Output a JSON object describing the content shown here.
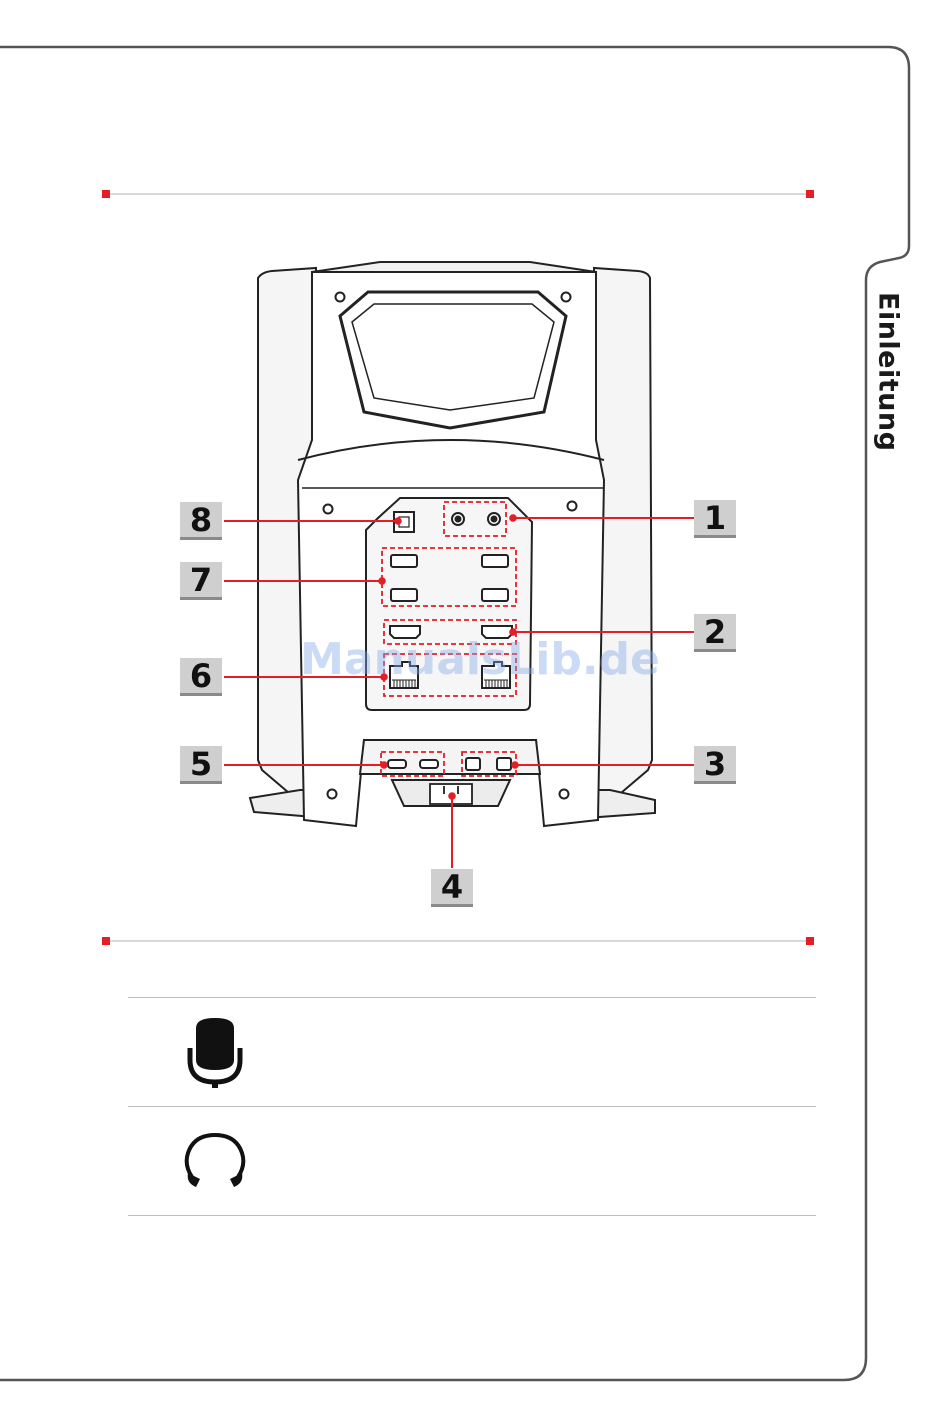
{
  "side_tab": {
    "label": "Einleitung"
  },
  "figure": {
    "callouts": [
      "1",
      "2",
      "3",
      "4",
      "5",
      "6",
      "7",
      "8"
    ],
    "watermark": "ManualsLib.de"
  },
  "ports_table": {
    "rows": [
      {
        "icon": "microphone-icon"
      },
      {
        "icon": "headphone-icon"
      }
    ]
  },
  "colors": {
    "accent": "#e41e26",
    "frame": "#555555",
    "rule": "#d8d8d8",
    "callout_bg": "#cfcfcf"
  }
}
